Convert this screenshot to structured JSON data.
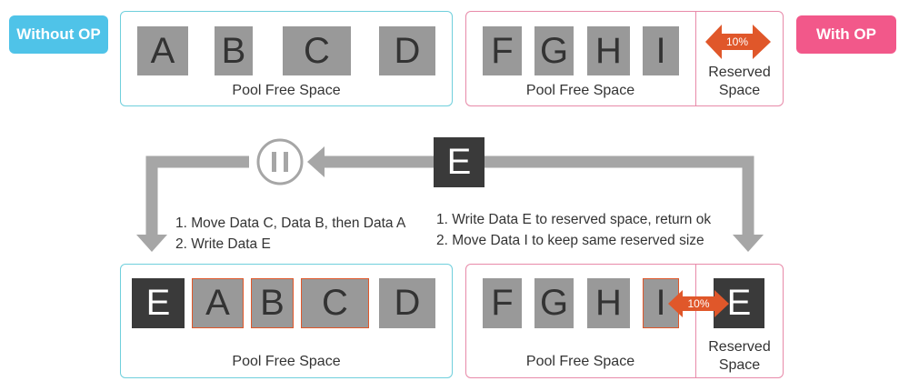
{
  "badges": {
    "without_op": "Without OP",
    "with_op": "With OP"
  },
  "top_left": {
    "blocks": [
      "A",
      "B",
      "C",
      "D"
    ],
    "caption": "Pool Free Space"
  },
  "top_right": {
    "blocks": [
      "F",
      "G",
      "H",
      "I"
    ],
    "caption": "Pool Free Space",
    "reserved_label_1": "Reserved",
    "reserved_label_2": "Space",
    "reserved_percent": "10%"
  },
  "middle": {
    "incoming_block": "E",
    "pause_icon": "pause-icon"
  },
  "steps_without_op": [
    "1. Move Data C, Data B, then Data A",
    "2. Write Data E"
  ],
  "steps_with_op": [
    "1. Write Data E to reserved space, return ok",
    "2. Move Data I to keep same reserved size"
  ],
  "bottom_left": {
    "new_block": "E",
    "blocks": [
      "A",
      "B",
      "C",
      "D"
    ],
    "caption": "Pool Free Space"
  },
  "bottom_right": {
    "blocks": [
      "F",
      "G",
      "H",
      "I"
    ],
    "caption": "Pool Free Space",
    "reserved_block": "E",
    "reserved_label_1": "Reserved",
    "reserved_label_2": "Space",
    "reserved_percent": "10%"
  },
  "colors": {
    "without_op_badge": "#4fc3e8",
    "with_op_badge": "#f2588a",
    "block_gray": "#999999",
    "block_dark": "#3a3a3a",
    "orange": "#e0572a",
    "arrow_gray": "#a6a6a6"
  }
}
